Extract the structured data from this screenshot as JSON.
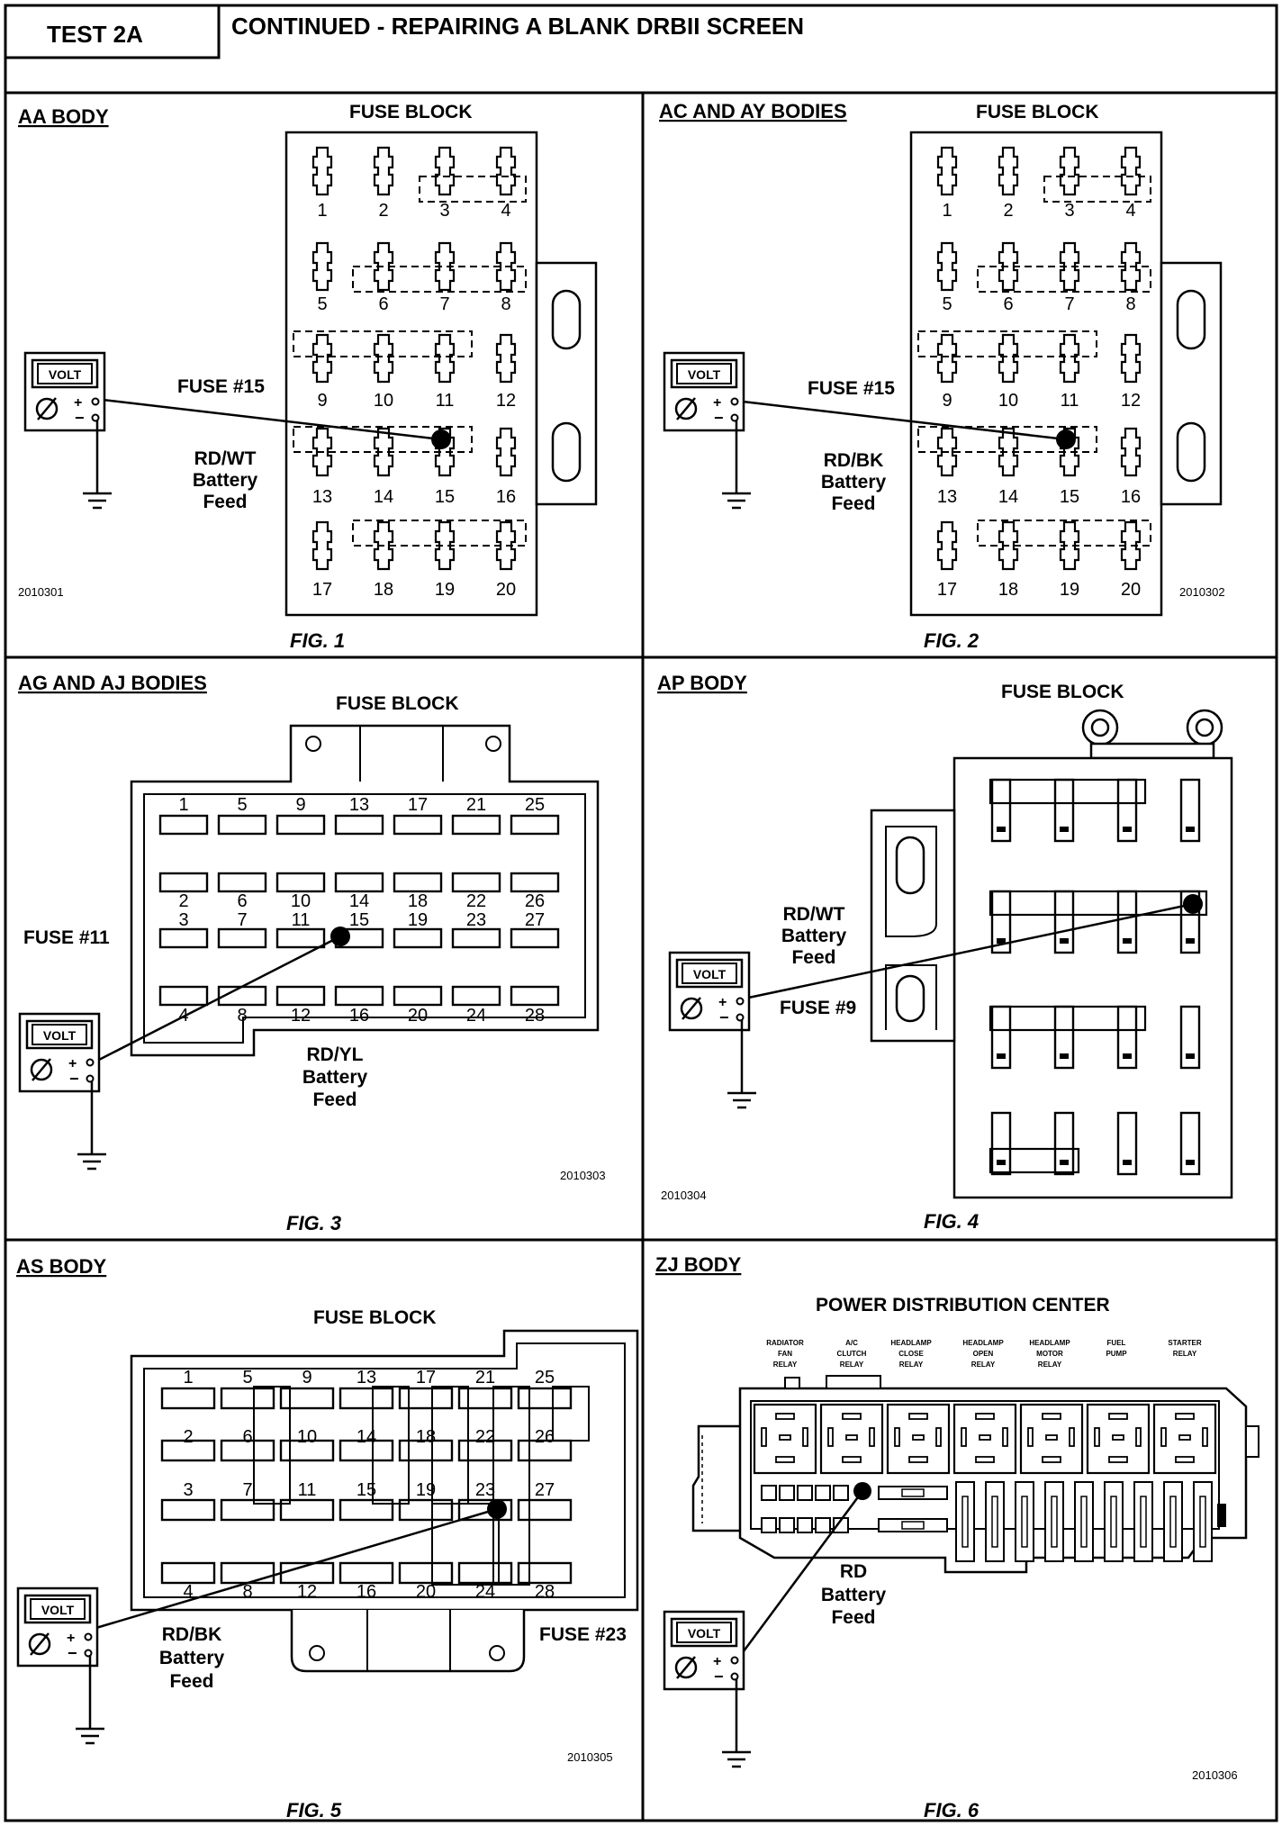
{
  "header": {
    "test_label": "TEST 2A",
    "title": "CONTINUED - REPAIRING A BLANK DRBII SCREEN"
  },
  "meter_label": "VOLT",
  "figures": [
    {
      "title": "AA BODY",
      "block_label": "FUSE BLOCK",
      "fuse_numbers": [
        "1",
        "2",
        "3",
        "4",
        "5",
        "6",
        "7",
        "8",
        "9",
        "10",
        "11",
        "12",
        "13",
        "14",
        "15",
        "16",
        "17",
        "18",
        "19",
        "20"
      ],
      "fuse_label": "FUSE #15",
      "wire_label": [
        "RD/WT",
        "Battery",
        "Feed"
      ],
      "code": "2010301",
      "caption": "FIG. 1"
    },
    {
      "title": "AC AND AY BODIES",
      "block_label": "FUSE BLOCK",
      "fuse_numbers": [
        "1",
        "2",
        "3",
        "4",
        "5",
        "6",
        "7",
        "8",
        "9",
        "10",
        "11",
        "12",
        "13",
        "14",
        "15",
        "16",
        "17",
        "18",
        "19",
        "20"
      ],
      "fuse_label": "FUSE #15",
      "wire_label": [
        "RD/BK",
        "Battery",
        "Feed"
      ],
      "code": "2010302",
      "caption": "FIG. 2"
    },
    {
      "title": "AG AND AJ BODIES",
      "block_label": "FUSE BLOCK",
      "fuse_numbers": [
        "1",
        "5",
        "9",
        "13",
        "17",
        "21",
        "25",
        "2",
        "6",
        "10",
        "14",
        "18",
        "22",
        "26",
        "3",
        "7",
        "11",
        "15",
        "19",
        "23",
        "27",
        "4",
        "8",
        "12",
        "16",
        "20",
        "24",
        "28"
      ],
      "fuse_label": "FUSE #11",
      "wire_label": [
        "RD/YL",
        "Battery",
        "Feed"
      ],
      "code": "2010303",
      "caption": "FIG. 3"
    },
    {
      "title": "AP BODY",
      "block_label": "FUSE BLOCK",
      "fuse_label": "FUSE #9",
      "wire_label": [
        "RD/WT",
        "Battery",
        "Feed"
      ],
      "code": "2010304",
      "caption": "FIG. 4"
    },
    {
      "title": "AS BODY",
      "block_label": "FUSE BLOCK",
      "fuse_numbers": [
        "1",
        "5",
        "9",
        "13",
        "17",
        "21",
        "25",
        "2",
        "6",
        "10",
        "14",
        "18",
        "22",
        "26",
        "3",
        "7",
        "11",
        "15",
        "19",
        "23",
        "27",
        "4",
        "8",
        "12",
        "16",
        "20",
        "24",
        "28"
      ],
      "fuse_label": "FUSE #23",
      "wire_label": [
        "RD/BK",
        "Battery",
        "Feed"
      ],
      "code": "2010305",
      "caption": "FIG. 5"
    },
    {
      "title": "ZJ BODY",
      "block_label": "POWER DISTRIBUTION CENTER",
      "relay_labels": [
        [
          "RADIATOR",
          "FAN",
          "RELAY"
        ],
        [
          "A/C",
          "CLUTCH",
          "RELAY"
        ],
        [
          "HEADLAMP",
          "CLOSE",
          "RELAY"
        ],
        [
          "HEADLAMP",
          "OPEN",
          "RELAY"
        ],
        [
          "HEADLAMP",
          "MOTOR",
          "RELAY"
        ],
        [
          "FUEL",
          "PUMP"
        ],
        [
          "STARTER",
          "RELAY"
        ]
      ],
      "wire_label": [
        "RD",
        "Battery",
        "Feed"
      ],
      "code": "2010306",
      "caption": "FIG. 6"
    }
  ]
}
